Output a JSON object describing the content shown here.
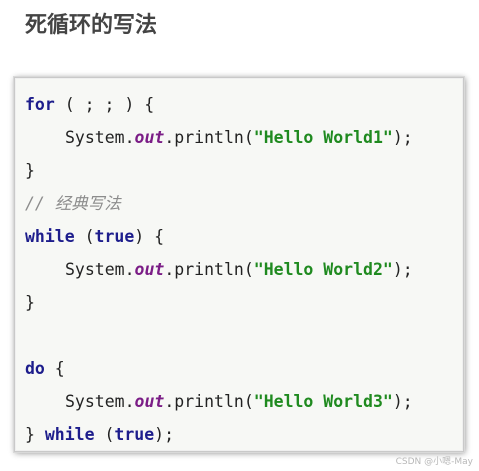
{
  "heading": "死循环的写法",
  "code": {
    "line1": {
      "kw": "for",
      "rest": " ( ; ; ) {"
    },
    "line2": {
      "pre": "System.",
      "field": "out",
      "mid": ".println(",
      "str": "\"Hello World1\"",
      "post": ");"
    },
    "line3": {
      "text": "}"
    },
    "line4": {
      "comment": "// 经典写法"
    },
    "line5": {
      "kw": "while",
      "mid": " (",
      "kw2": "true",
      "rest": ") {"
    },
    "line6": {
      "pre": "System.",
      "field": "out",
      "mid": ".println(",
      "str": "\"Hello World2\"",
      "post": ");"
    },
    "line7": {
      "text": "}"
    },
    "line9": {
      "kw": "do",
      "rest": " {"
    },
    "line10": {
      "pre": "System.",
      "field": "out",
      "mid": ".println(",
      "str": "\"Hello World3\"",
      "post": ");"
    },
    "line11": {
      "pre": "} ",
      "kw": "while",
      "mid": " (",
      "kw2": "true",
      "post": ");"
    }
  },
  "watermark": "CSDN @小嗯-May"
}
